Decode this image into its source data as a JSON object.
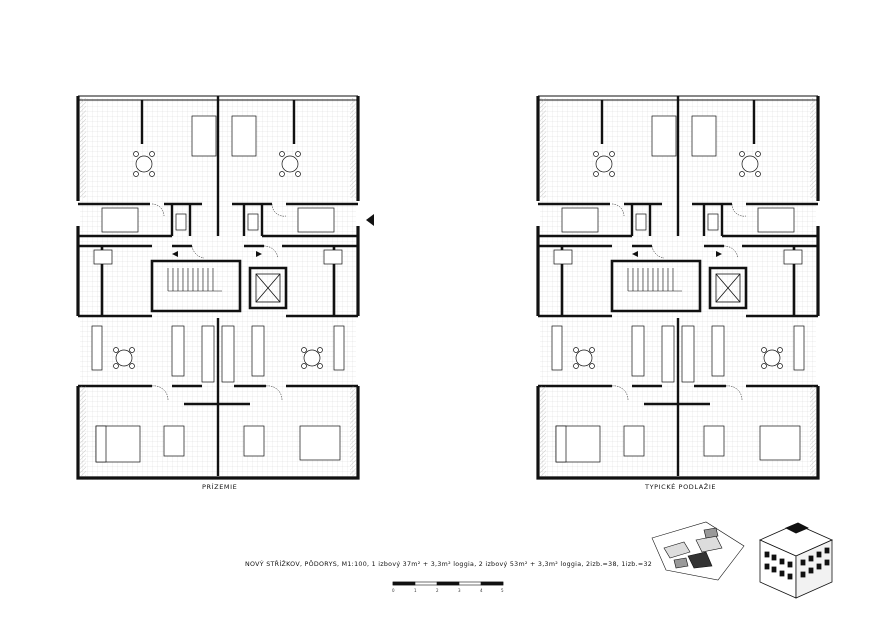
{
  "plans": [
    {
      "label": "PRÍZEMIE"
    },
    {
      "label": "TYPICKÉ PODLAŽIE"
    }
  ],
  "caption": "NOVÝ STŘÍŽKOV, PÔDORYS, M1:100, 1 izbový 37m² + 3,3m² loggia, 2 izbový 53m² + 3,3m² loggia, 2izb.=38, 1izb.=32",
  "scale_bar": {
    "ticks": [
      "0",
      "1",
      "2",
      "3",
      "4",
      "5"
    ]
  },
  "colors": {
    "line": "#111111",
    "hatch": "#bbbbbb",
    "background": "#ffffff"
  }
}
